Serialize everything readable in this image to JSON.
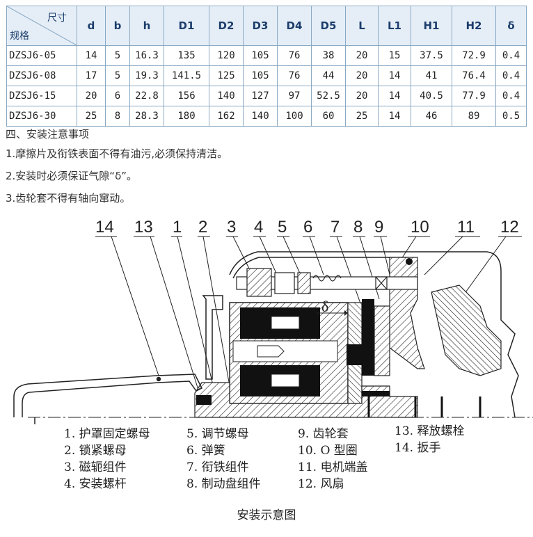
{
  "table": {
    "corner_top": "尺寸",
    "corner_bottom": "规格",
    "headers": [
      "d",
      "b",
      "h",
      "D1",
      "D2",
      "D3",
      "D4",
      "D5",
      "L",
      "L1",
      "H1",
      "H2",
      "δ"
    ],
    "rows": [
      [
        "DZSJ6-05",
        "14",
        "5",
        "16.3",
        "135",
        "120",
        "105",
        "76",
        "38",
        "20",
        "15",
        "37.5",
        "72.9",
        "0.4"
      ],
      [
        "DZSJ6-08",
        "17",
        "5",
        "19.3",
        "141.5",
        "125",
        "105",
        "76",
        "44",
        "20",
        "14",
        "41",
        "76.4",
        "0.4"
      ],
      [
        "DZSJ6-15",
        "20",
        "6",
        "22.8",
        "156",
        "140",
        "127",
        "97",
        "52.5",
        "20",
        "14",
        "40.5",
        "77.9",
        "0.4"
      ],
      [
        "DZSJ6-30",
        "25",
        "8",
        "28.3",
        "180",
        "162",
        "140",
        "100",
        "60",
        "25",
        "14",
        "46",
        "89",
        "0.5"
      ]
    ]
  },
  "notes": {
    "title": "四、安装注意事项",
    "items": [
      "1.摩擦片及衔铁表面不得有油污,必须保持清洁。",
      "2.安装时必须保证气隙“δ”。",
      "3.齿轮套不得有轴向窜动。"
    ]
  },
  "diagram": {
    "callouts": [
      "14",
      "13",
      "1",
      "2",
      "3",
      "4",
      "5",
      "6",
      "7",
      "8",
      "9",
      "10",
      "11",
      "12"
    ],
    "gap_symbol": "δ"
  },
  "legend": {
    "col1": [
      "1. 护罩固定螺母",
      "2. 锁紧螺母",
      "3. 磁轭组件",
      "4. 安装螺杆"
    ],
    "col2": [
      "5. 调节螺母",
      "6. 弹簧",
      "7. 衔铁组件",
      "8. 制动盘组件"
    ],
    "col3": [
      "9. 齿轮套",
      "10. O 型圈",
      "11. 电机端盖",
      "12. 风扇"
    ],
    "col4": [
      "13. 释放螺栓",
      "14. 扳手"
    ]
  },
  "caption": "安装示意图"
}
